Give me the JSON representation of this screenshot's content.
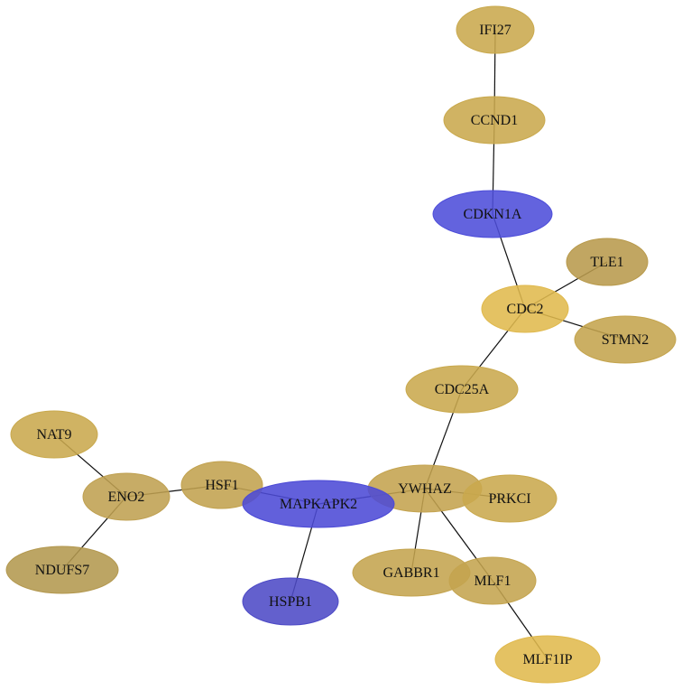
{
  "graph": {
    "nodes": [
      {
        "id": "IFI27",
        "label": "IFI27",
        "color": "#c9a94d"
      },
      {
        "id": "CCND1",
        "label": "CCND1",
        "color": "#c9a94d"
      },
      {
        "id": "CDKN1A",
        "label": "CDKN1A",
        "color": "#4d4dd9"
      },
      {
        "id": "TLE1",
        "label": "TLE1",
        "color": "#b89a4c"
      },
      {
        "id": "CDC2",
        "label": "CDC2",
        "color": "#e0b94d"
      },
      {
        "id": "STMN2",
        "label": "STMN2",
        "color": "#c4a44d"
      },
      {
        "id": "CDC25A",
        "label": "CDC25A",
        "color": "#c9a94d"
      },
      {
        "id": "NAT9",
        "label": "NAT9",
        "color": "#c9a94d"
      },
      {
        "id": "ENO2",
        "label": "ENO2",
        "color": "#bfa051"
      },
      {
        "id": "HSF1",
        "label": "HSF1",
        "color": "#c2a24f"
      },
      {
        "id": "YWHAZ",
        "label": "YWHAZ",
        "color": "#c4a34f"
      },
      {
        "id": "PRKCI",
        "label": "PRKCI",
        "color": "#c9a94d"
      },
      {
        "id": "MAPKAPK2",
        "label": "MAPKAPK2",
        "color": "#4c4ad6"
      },
      {
        "id": "NDUFS7",
        "label": "NDUFS7",
        "color": "#b3984f"
      },
      {
        "id": "GABBR1",
        "label": "GABBR1",
        "color": "#c4a44f"
      },
      {
        "id": "MLF1",
        "label": "MLF1",
        "color": "#c4a44f"
      },
      {
        "id": "HSPB1",
        "label": "HSPB1",
        "color": "#4d4ac6"
      },
      {
        "id": "MLF1IP",
        "label": "MLF1IP",
        "color": "#e0b94d"
      }
    ],
    "edges": [
      [
        "IFI27",
        "CCND1"
      ],
      [
        "CCND1",
        "CDKN1A"
      ],
      [
        "CDKN1A",
        "CDC2"
      ],
      [
        "CDC2",
        "TLE1"
      ],
      [
        "CDC2",
        "STMN2"
      ],
      [
        "CDC2",
        "CDC25A"
      ],
      [
        "CDC25A",
        "YWHAZ"
      ],
      [
        "YWHAZ",
        "PRKCI"
      ],
      [
        "YWHAZ",
        "GABBR1"
      ],
      [
        "YWHAZ",
        "MLF1"
      ],
      [
        "YWHAZ",
        "MAPKAPK2"
      ],
      [
        "MLF1",
        "MLF1IP"
      ],
      [
        "MAPKAPK2",
        "HSF1"
      ],
      [
        "MAPKAPK2",
        "HSPB1"
      ],
      [
        "HSF1",
        "ENO2"
      ],
      [
        "ENO2",
        "NAT9"
      ],
      [
        "ENO2",
        "NDUFS7"
      ]
    ]
  }
}
